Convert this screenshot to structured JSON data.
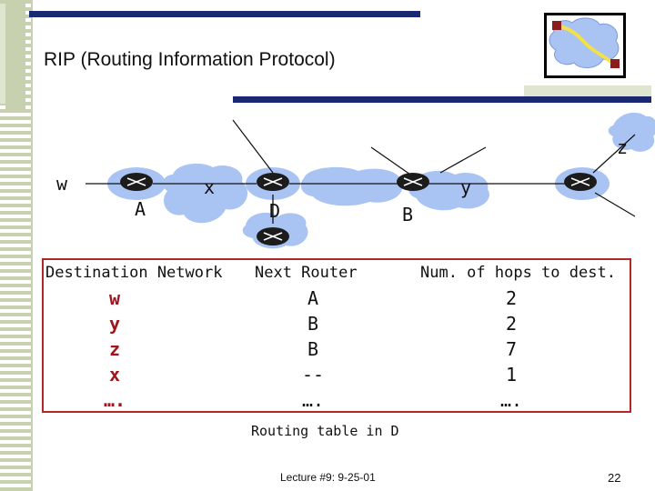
{
  "slide": {
    "title": "RIP (Routing Information Protocol)",
    "footer": "Lecture #9: 9-25-01",
    "page_number": "22"
  },
  "network": {
    "subnet_labels": {
      "w": "w",
      "x": "x",
      "y": "y",
      "z": "z"
    },
    "router_labels": {
      "A": "A",
      "D": "D",
      "B": "B"
    }
  },
  "routing_table": {
    "headers": {
      "destination": "Destination Network",
      "next_router": "Next  Router",
      "hops": "Num. of hops to dest."
    },
    "rows": [
      {
        "destination": "w",
        "next_router": "A",
        "hops": "2"
      },
      {
        "destination": "y",
        "next_router": "B",
        "hops": "2"
      },
      {
        "destination": "z",
        "next_router": "B",
        "hops": "7"
      },
      {
        "destination": "x",
        "next_router": "--",
        "hops": "1"
      },
      {
        "destination": "….",
        "next_router": "….",
        "hops": "…."
      }
    ],
    "caption": "Routing table in D"
  },
  "colors": {
    "navy_bar": "#1a2872",
    "cloud_blue": "#a9c3f3",
    "table_border": "#b2262c",
    "destination_text": "#a0141c",
    "strip_green": "#c7d1b0"
  },
  "icons": [
    "router-icon",
    "cloud-logo-icon"
  ]
}
